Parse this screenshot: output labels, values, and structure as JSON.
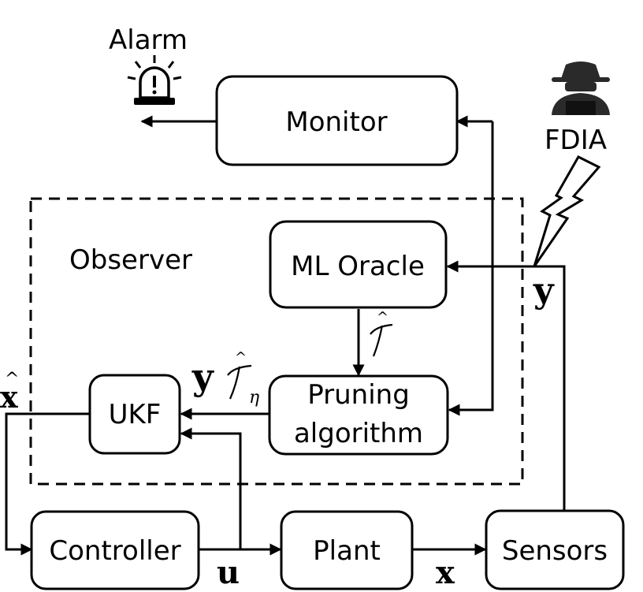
{
  "blocks": {
    "monitor": "Monitor",
    "ml_oracle": "ML Oracle",
    "pruning_line1": "Pruning",
    "pruning_line2": "algorithm",
    "ukf": "UKF",
    "controller": "Controller",
    "plant": "Plant",
    "sensors": "Sensors"
  },
  "group": {
    "observer": "Observer"
  },
  "annotations": {
    "alarm": "Alarm",
    "fdia": "FDIA"
  },
  "signals": {
    "x_hat": "x",
    "u": "u",
    "x": "x",
    "y_sensor": "y",
    "y_pruned": "y",
    "tau_sub": "η"
  },
  "icons": {
    "alarm": "alarm-light-icon",
    "attacker": "hacker-icon",
    "attack": "lightning-bolt-icon"
  }
}
